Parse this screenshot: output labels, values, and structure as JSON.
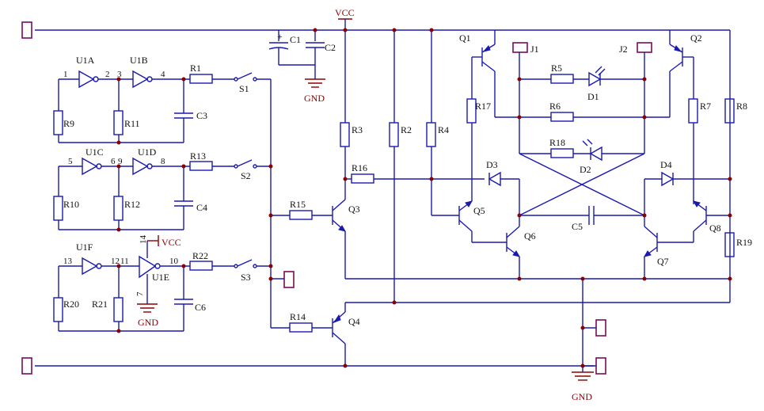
{
  "labels": {
    "vcc_top": "VCC",
    "gnd_c1": "GND",
    "vcc_u1e": "VCC",
    "gnd_u1e": "GND",
    "gnd_bottom": "GND",
    "u1a": "U1A",
    "u1b": "U1B",
    "u1c": "U1C",
    "u1d": "U1D",
    "u1e": "U1E",
    "u1f": "U1F",
    "r1": "R1",
    "r2": "R2",
    "r3": "R3",
    "r4": "R4",
    "r5": "R5",
    "r6": "R6",
    "r7": "R7",
    "r8": "R8",
    "r9": "R9",
    "r10": "R10",
    "r11": "R11",
    "r12": "R12",
    "r13": "R13",
    "r14": "R14",
    "r15": "R15",
    "r16": "R16",
    "r17": "R17",
    "r18": "R18",
    "r19": "R19",
    "r20": "R20",
    "r21": "R21",
    "r22": "R22",
    "c1": "C1",
    "c2": "C2",
    "c3": "C3",
    "c4": "C4",
    "c5": "C5",
    "c6": "C6",
    "s1": "S1",
    "s2": "S2",
    "s3": "S3",
    "q1": "Q1",
    "q2": "Q2",
    "q3": "Q3",
    "q4": "Q4",
    "q5": "Q5",
    "q6": "Q6",
    "q7": "Q7",
    "q8": "Q8",
    "d1": "D1",
    "d2": "D2",
    "d3": "D3",
    "d4": "D4",
    "j1": "J1",
    "j2": "J2"
  },
  "pins": {
    "p1": "1",
    "p2": "2",
    "p3": "3",
    "p4": "4",
    "p5": "5",
    "p6": "6",
    "p9": "9",
    "p8": "8",
    "p13": "13",
    "p12": "12",
    "p11": "11",
    "p10": "10",
    "p14": "14",
    "p7": "7"
  }
}
